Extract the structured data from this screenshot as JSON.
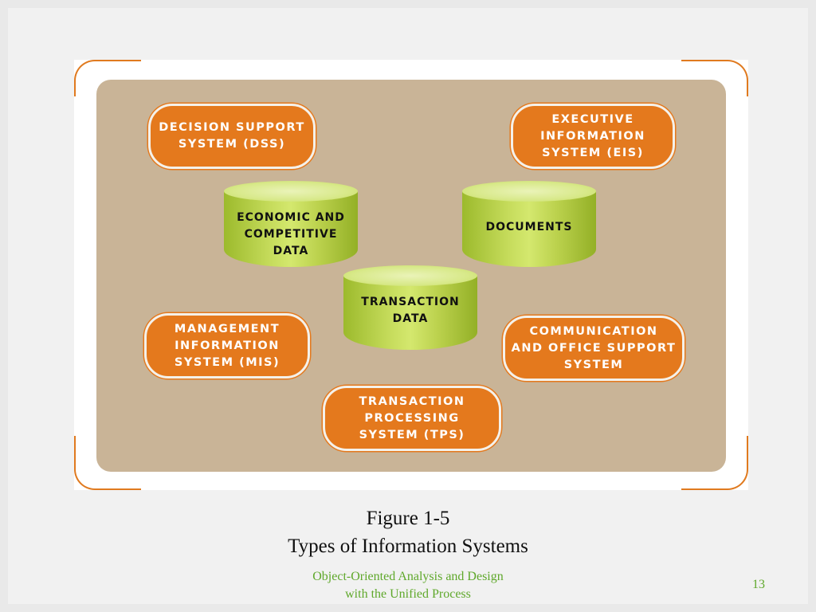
{
  "diagram": {
    "systems": [
      {
        "id": "dss",
        "lines": [
          "DECISION SUPPORT",
          "SYSTEM (DSS)"
        ]
      },
      {
        "id": "eis",
        "lines": [
          "EXECUTIVE",
          "INFORMATION",
          "SYSTEM (EIS)"
        ]
      },
      {
        "id": "mis",
        "lines": [
          "MANAGEMENT",
          "INFORMATION",
          "SYSTEM (MIS)"
        ]
      },
      {
        "id": "oas",
        "lines": [
          "COMMUNICATION",
          "AND OFFICE SUPPORT",
          "SYSTEM"
        ]
      },
      {
        "id": "tps",
        "lines": [
          "TRANSACTION",
          "PROCESSING",
          "SYSTEM (TPS)"
        ]
      }
    ],
    "data_stores": [
      {
        "id": "economic",
        "lines": [
          "ECONOMIC AND",
          "COMPETITIVE",
          "DATA"
        ]
      },
      {
        "id": "documents",
        "lines": [
          "DOCUMENTS"
        ]
      },
      {
        "id": "transaction",
        "lines": [
          "TRANSACTION",
          "DATA"
        ]
      }
    ]
  },
  "caption": {
    "figure_number": "Figure 1-5",
    "title": "Types of Information Systems"
  },
  "footer": {
    "line1": "Object-Oriented Analysis and Design",
    "line2": "with the Unified Process",
    "page_number": "13"
  },
  "colors": {
    "system_fill": "#e4791d",
    "data_store_fill": "#b9d247",
    "panel": "#c9b497",
    "footer_text": "#5fa82b"
  }
}
